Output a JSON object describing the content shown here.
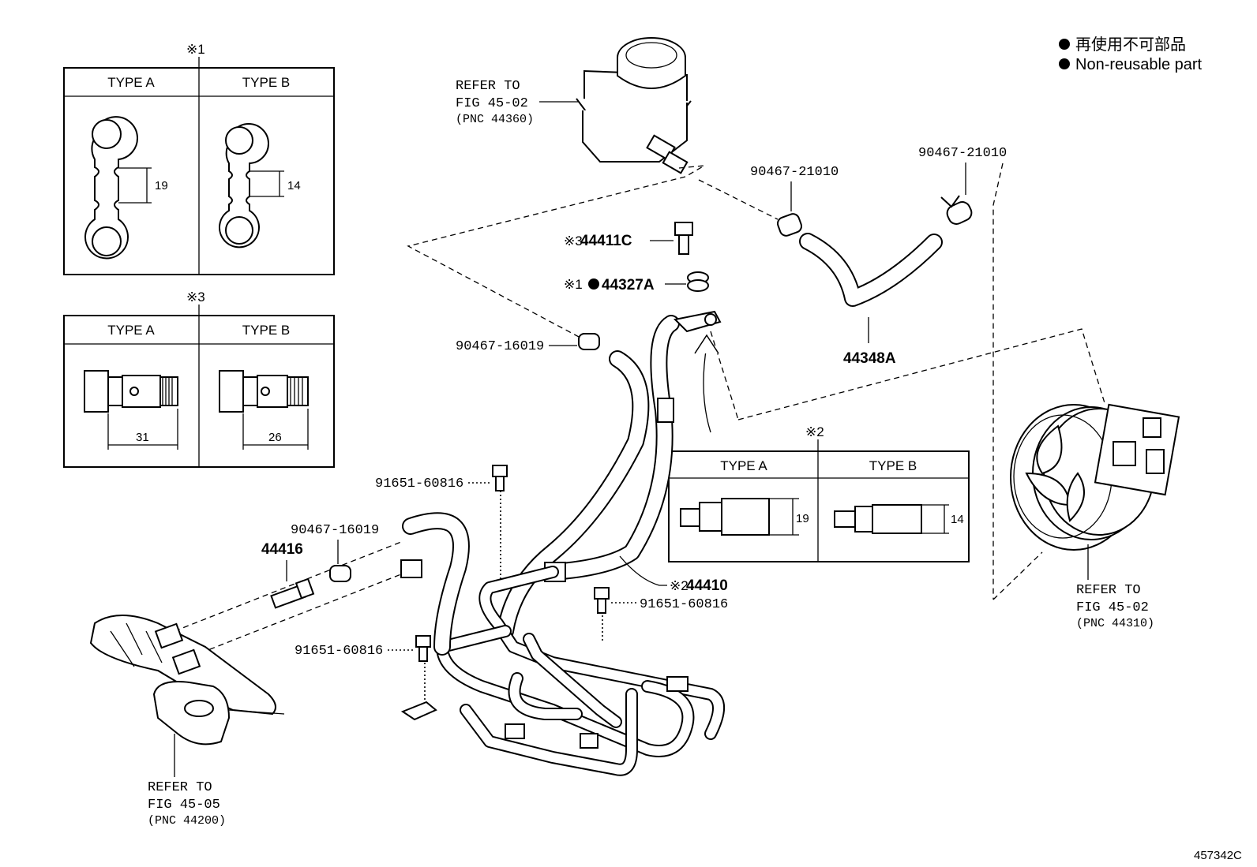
{
  "legend": {
    "jp": "再使用不可部品",
    "en": "Non-reusable part"
  },
  "diagram_id": "457342C",
  "boxes": {
    "note1": {
      "mark": "※1",
      "type_a": "TYPE A",
      "type_b": "TYPE B",
      "dim_a": "19",
      "dim_b": "14"
    },
    "note3": {
      "mark": "※3",
      "type_a": "TYPE A",
      "type_b": "TYPE B",
      "dim_a": "31",
      "dim_b": "26"
    },
    "note2": {
      "mark": "※2",
      "type_a": "TYPE A",
      "type_b": "TYPE B",
      "dim_a": "19",
      "dim_b": "14"
    }
  },
  "refs": {
    "reservoir": {
      "l1": "REFER TO",
      "l2": "FIG 45-02",
      "l3": "(PNC 44360)"
    },
    "pump": {
      "l1": "REFER TO",
      "l2": "FIG 45-02",
      "l3": "(PNC 44310)"
    },
    "gear": {
      "l1": "REFER TO",
      "l2": "FIG 45-05",
      "l3": "(PNC 44200)"
    }
  },
  "parts": {
    "clamp_left_top": "90467-21010",
    "clamp_right_top": "90467-21010",
    "bolt_union_mark": "※3",
    "bolt_union": "44411C",
    "gasket_mark": "※1",
    "gasket": "44327A",
    "clamp_mid": "90467-16019",
    "hose_return": "44348A",
    "bolt_1": "91651-60816",
    "clamp_low": "90467-16019",
    "union_44416": "44416",
    "tube_mark": "※2",
    "tube_44410": "44410",
    "bolt_2": "91651-60816",
    "bolt_3": "91651-60816"
  }
}
